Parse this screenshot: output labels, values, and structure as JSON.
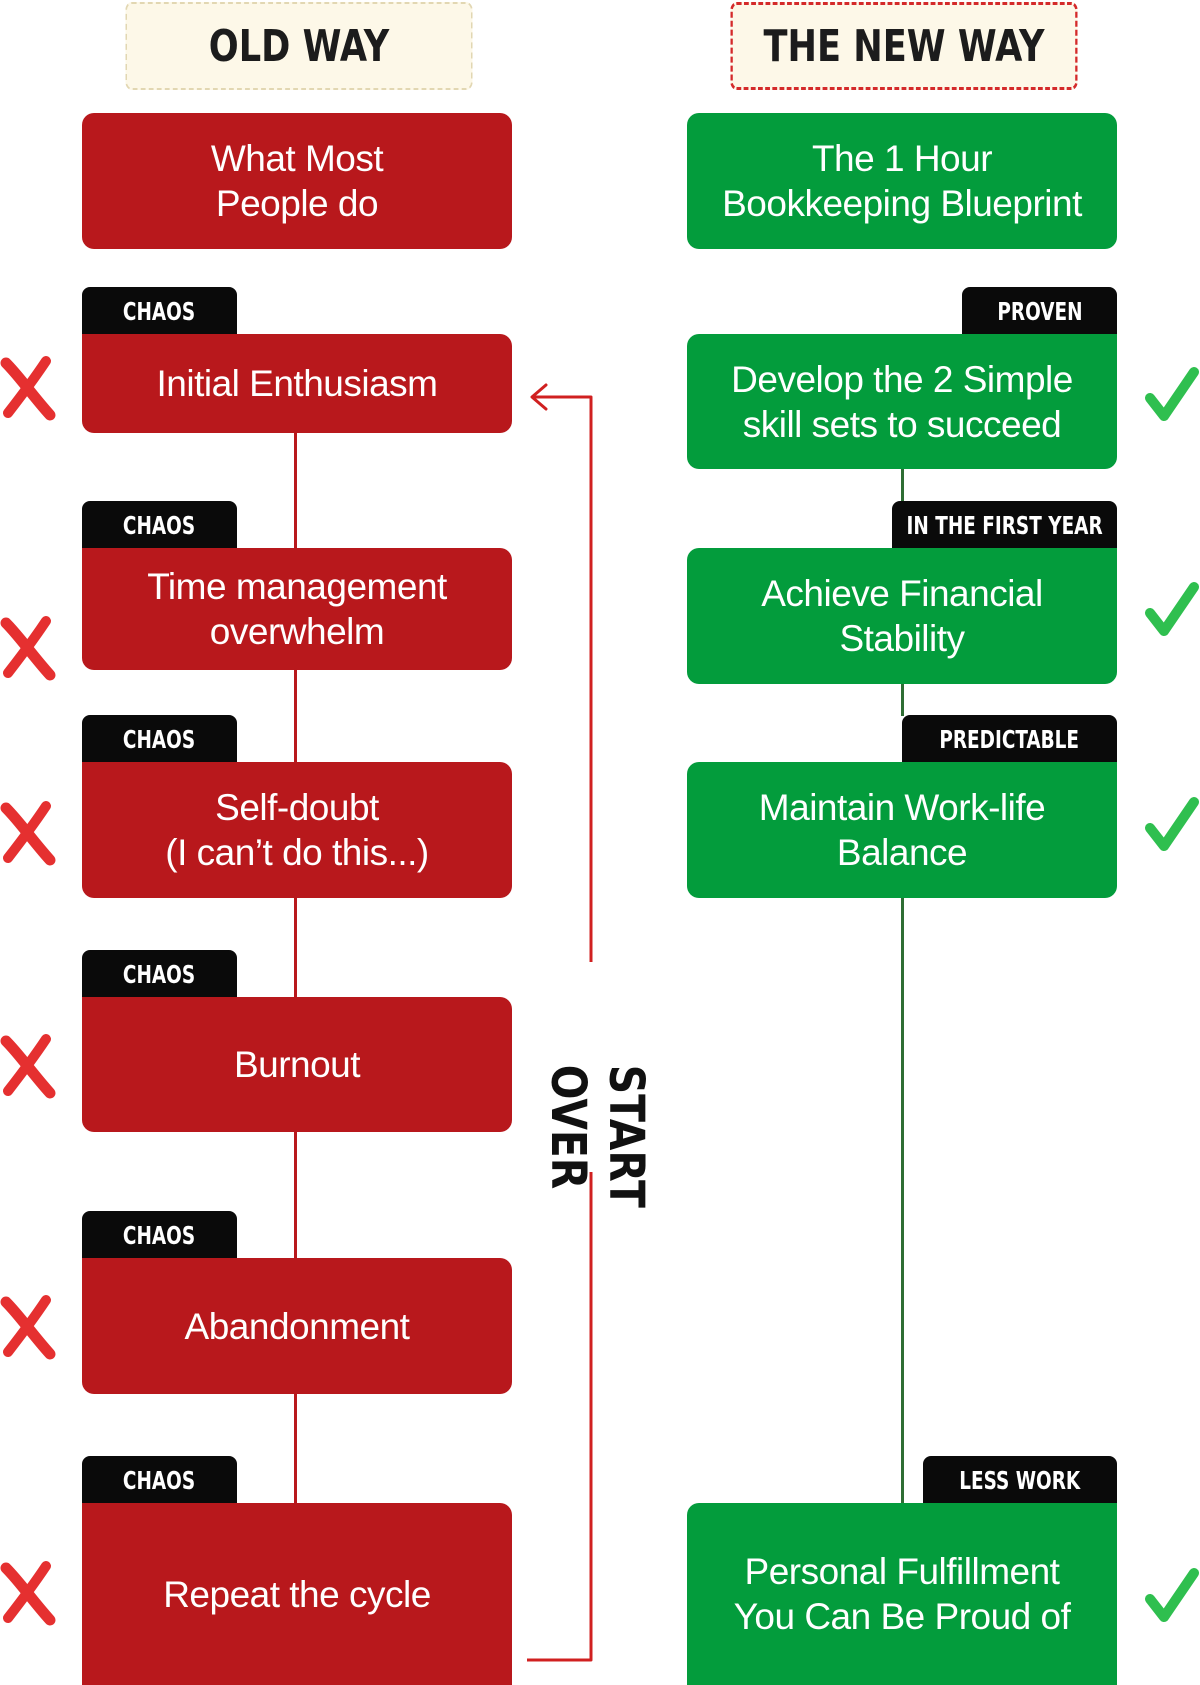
{
  "old_way": {
    "header": "OLD WAY",
    "intro": "What Most\nPeople do",
    "steps": [
      {
        "tag": "CHAOS",
        "label": "Initial Enthusiasm"
      },
      {
        "tag": "CHAOS",
        "label": "Time management\noverwhelm"
      },
      {
        "tag": "CHAOS",
        "label": "Self-doubt\n(I can’t do this...)"
      },
      {
        "tag": "CHAOS",
        "label": "Burnout"
      },
      {
        "tag": "CHAOS",
        "label": "Abandonment"
      },
      {
        "tag": "CHAOS",
        "label": "Repeat the cycle"
      }
    ],
    "loop_label": [
      "START",
      "OVER"
    ]
  },
  "new_way": {
    "header": "THE NEW WAY",
    "intro": "The 1 Hour\nBookkeeping Blueprint",
    "steps": [
      {
        "tag": "PROVEN",
        "label": "Develop the 2 Simple\nskill sets to succeed"
      },
      {
        "tag": "IN THE FIRST YEAR",
        "label": "Achieve Financial\nStability"
      },
      {
        "tag": "PREDICTABLE",
        "label": "Maintain Work-life\nBalance"
      },
      {
        "tag": "LESS WORK",
        "label": "Personal Fulfillment\nYou Can Be Proud of"
      }
    ]
  },
  "colors": {
    "old_box": "#b8181c",
    "new_box": "#039c3c",
    "tag_bg": "#0a0a0a",
    "cross": "#e53030",
    "check": "#2fbf4f"
  },
  "icons": {
    "old_marker": "cross-icon",
    "new_marker": "check-icon"
  }
}
